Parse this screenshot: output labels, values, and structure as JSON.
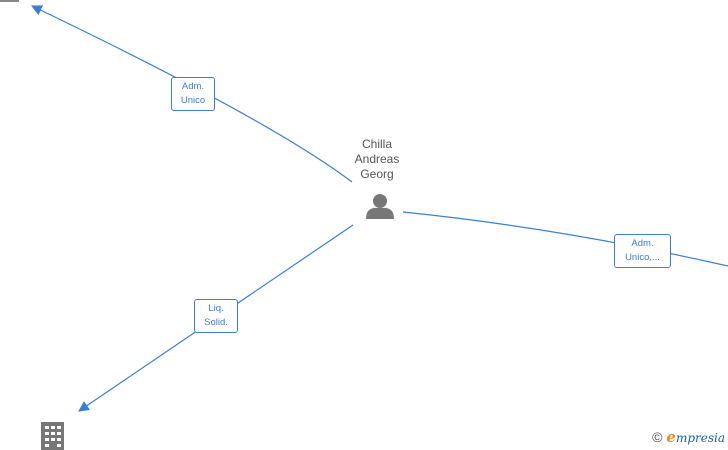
{
  "center_person": {
    "name_lines": [
      "Chilla",
      "Andreas",
      "Georg"
    ],
    "icon": "person-icon"
  },
  "company_node": {
    "icon": "building-icon"
  },
  "edges": [
    {
      "id": "adm-unico-top",
      "lines": [
        "Adm.",
        "Unico"
      ]
    },
    {
      "id": "adm-unico-right",
      "lines": [
        "Adm.",
        "Unico,..."
      ]
    },
    {
      "id": "liq-solid",
      "lines": [
        "Liq.",
        "Solid."
      ]
    }
  ],
  "brand": {
    "copyright": "©",
    "first_letter": "e",
    "rest": "mpresia"
  },
  "colors": {
    "edge": "#3a7fd0",
    "node_icon": "#777777"
  }
}
